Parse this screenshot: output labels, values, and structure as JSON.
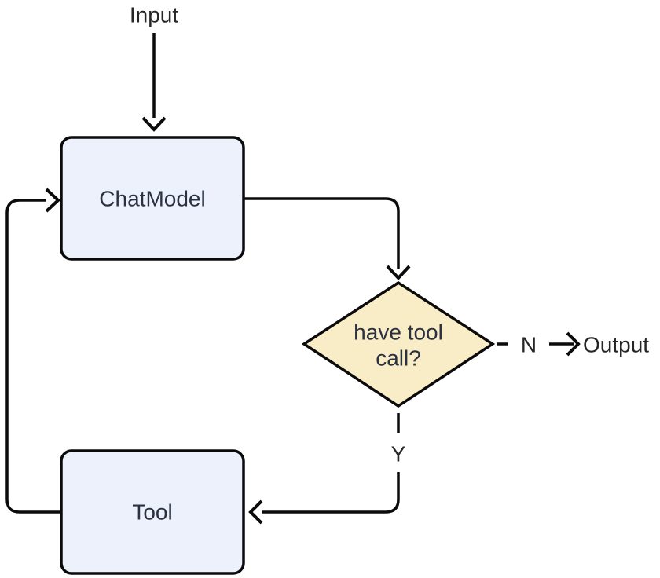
{
  "diagram": {
    "type": "flowchart",
    "background": "#ffffff",
    "colors": {
      "background": "#ffffff",
      "node_fill": "#ECF1FB",
      "decision_fill": "#F9EDC7",
      "stroke": "#0b0b0b",
      "node_text": "#2a3140",
      "label_text": "#262626"
    },
    "nodes": {
      "input": {
        "label": "Input"
      },
      "chat_model": {
        "label": "ChatModel"
      },
      "decision": {
        "label": "have tool call?",
        "lines": [
          "have tool",
          "call?"
        ]
      },
      "tool": {
        "label": "Tool"
      },
      "output": {
        "label": "Output"
      }
    },
    "edges": {
      "no_label": "N",
      "yes_label": "Y"
    }
  }
}
